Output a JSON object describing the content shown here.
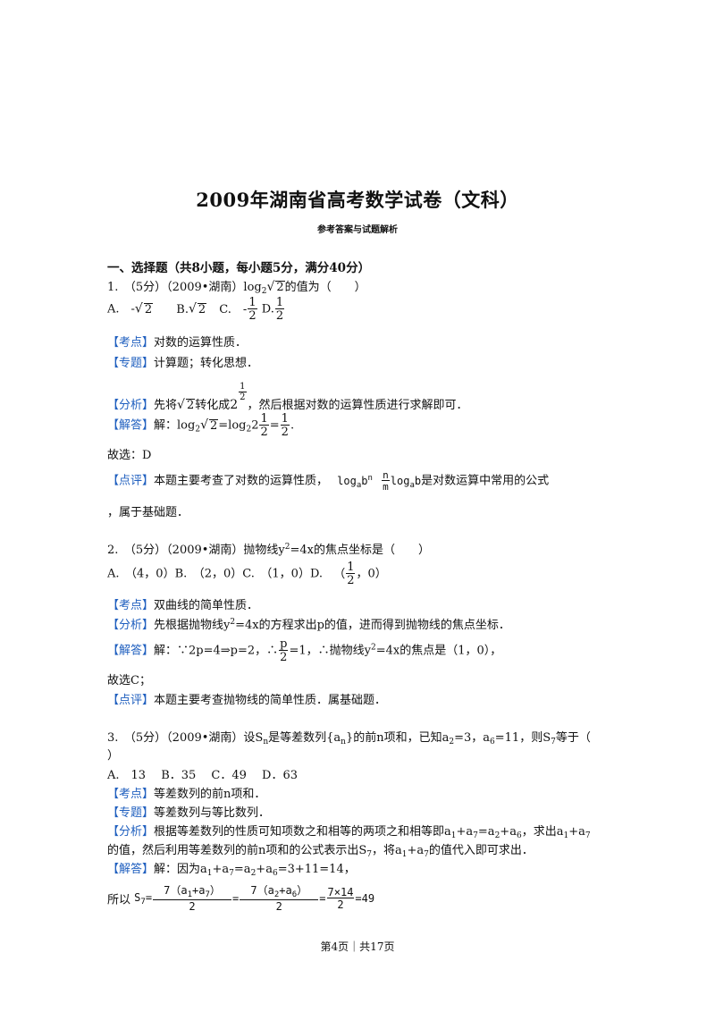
{
  "title": "2009年湖南省高考数学试卷（文科）",
  "subtitle": "参考答案与试题解析",
  "section": "一、选择题（共8小题，每小题5分，满分40分）",
  "tags": {
    "kaodian": "【考点】",
    "zhuanti": "【专题】",
    "fenxi": "【分析】",
    "jieda": "【解答】",
    "dianping": "【点评】"
  },
  "q1": {
    "stem_prefix": "1.　（5分）（2009•湖南）log",
    "stem_sub": "2",
    "stem_rad": "2",
    "stem_suffix": "的值为（　　）",
    "optA": "A.　-",
    "optA_rad": "2",
    "optB": "B.",
    "optB_rad": "2",
    "optC": "C.　-",
    "optD": "D.",
    "half_num": "1",
    "half_den": "2",
    "kaodian": "对数的运算性质．",
    "zhuanti": "计算题；转化思想．",
    "fenxi_a": "先将",
    "fenxi_rad": "2",
    "fenxi_b": "转化成",
    "fenxi_base": "2",
    "fenxi_c": "，然后根据对数的运算性质进行求解即可．",
    "jieda_a": "解：log",
    "jieda_b": "=log",
    "jieda_c": "2",
    "jieda_d": "=",
    "jieda_end": ".",
    "answer": "故选：D",
    "dianping_a": "本题主要考查了对数的运算性质，",
    "dianping_formula_log": "log",
    "dianping_formula_a": "a",
    "dianping_formula_b": "b",
    "dianping_formula_n": "n",
    "dianping_formula_eq": "=",
    "dianping_formula_m": "m",
    "dianping_formula_log2": "log",
    "dianping_b": "是对数运算中常用的公式",
    "dianping_c": "，属于基础题．"
  },
  "q2": {
    "stem_a": "2.　（5分）（2009•湖南）抛物线y",
    "stem_sup": "2",
    "stem_b": "=4x的焦点坐标是（　　）",
    "opts": "A.　（4，0）B.　（2，0）C.　（1，0）D.",
    "optD_open": "（",
    "optD_close": "，0）",
    "kaodian": "双曲线的简单性质．",
    "fenxi_a": "先根据抛物线y",
    "fenxi_b": "=4x的方程求出p的值，进而得到抛物线的焦点坐标．",
    "jieda_a": "解：∵2p=4⇒p=2，∴",
    "jieda_p": "p",
    "jieda_b": "=1，∴抛物线y",
    "jieda_c": "=4x的焦点是（1，0），",
    "answer": "故选C；",
    "dianping": "本题主要考查抛物线的简单性质．属基础题．"
  },
  "q3": {
    "stem_a": "3.　（5分）（2009•湖南）设S",
    "stem_b": "是等差数列{a",
    "stem_c": "}的前n项和，已知a",
    "stem_d": "=3，a",
    "stem_e": "=11，则S",
    "stem_f": "等于（",
    "stem_close": "）",
    "opts": "A.　13　 B．35　 C．49　 D．63",
    "kaodian": "等差数列的前n项和．",
    "zhuanti": "等差数列与等比数列．",
    "fenxi_1": "根据等差数列的性质可知项数之和相等的两项之和相等即a",
    "fenxi_1b": "+a",
    "fenxi_1c": "=a",
    "fenxi_1d": "+a",
    "fenxi_1e": "，求出a",
    "fenxi_1f": "+a",
    "fenxi_2a": "的值，然后利用等差数列的前n项和的公式表示出S",
    "fenxi_2b": "，将a",
    "fenxi_2c": "+a",
    "fenxi_2d": "的值代入即可求出．",
    "jieda_a": "解：因为a",
    "jieda_b": "+a",
    "jieda_c": "=a",
    "jieda_d": "+a",
    "jieda_e": "=3+11=14，",
    "final_prefix": "所以",
    "f_S": "S",
    "f_num1": "7（a",
    "f_num1b": "+a",
    "f_num1c": "）",
    "f_num2": "7（a",
    "f_num2b": "+a",
    "f_num2c": "）",
    "f_num3": "7×14",
    "f_den": "2",
    "f_result": "=49"
  },
  "footer": "第4页｜共17页"
}
